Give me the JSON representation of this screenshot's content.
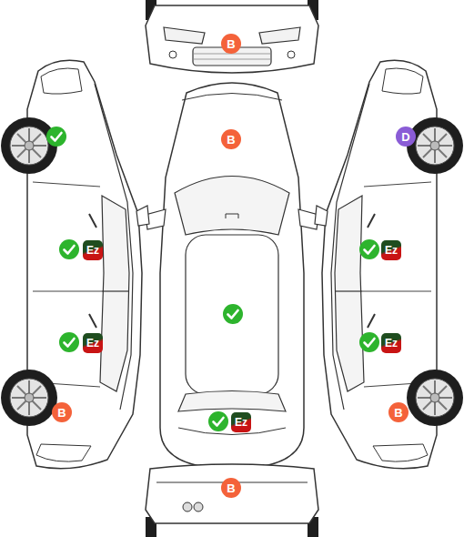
{
  "diagram": {
    "nodes": [
      {
        "text": [
          "B"
        ]
      },
      {
        "text": [
          "B"
        ]
      },
      {
        "text": [
          "D"
        ]
      },
      {
        "text": [
          "Ez"
        ]
      },
      {
        "text": [
          "Ez"
        ]
      },
      {
        "text": [
          "Ez"
        ]
      },
      {
        "text": [
          "Ez"
        ]
      },
      {
        "text": [
          "B"
        ]
      },
      {
        "text": [
          "Ez"
        ]
      },
      {
        "text": [
          "B"
        ]
      },
      {
        "text": [
          "B"
        ]
      }
    ]
  }
}
